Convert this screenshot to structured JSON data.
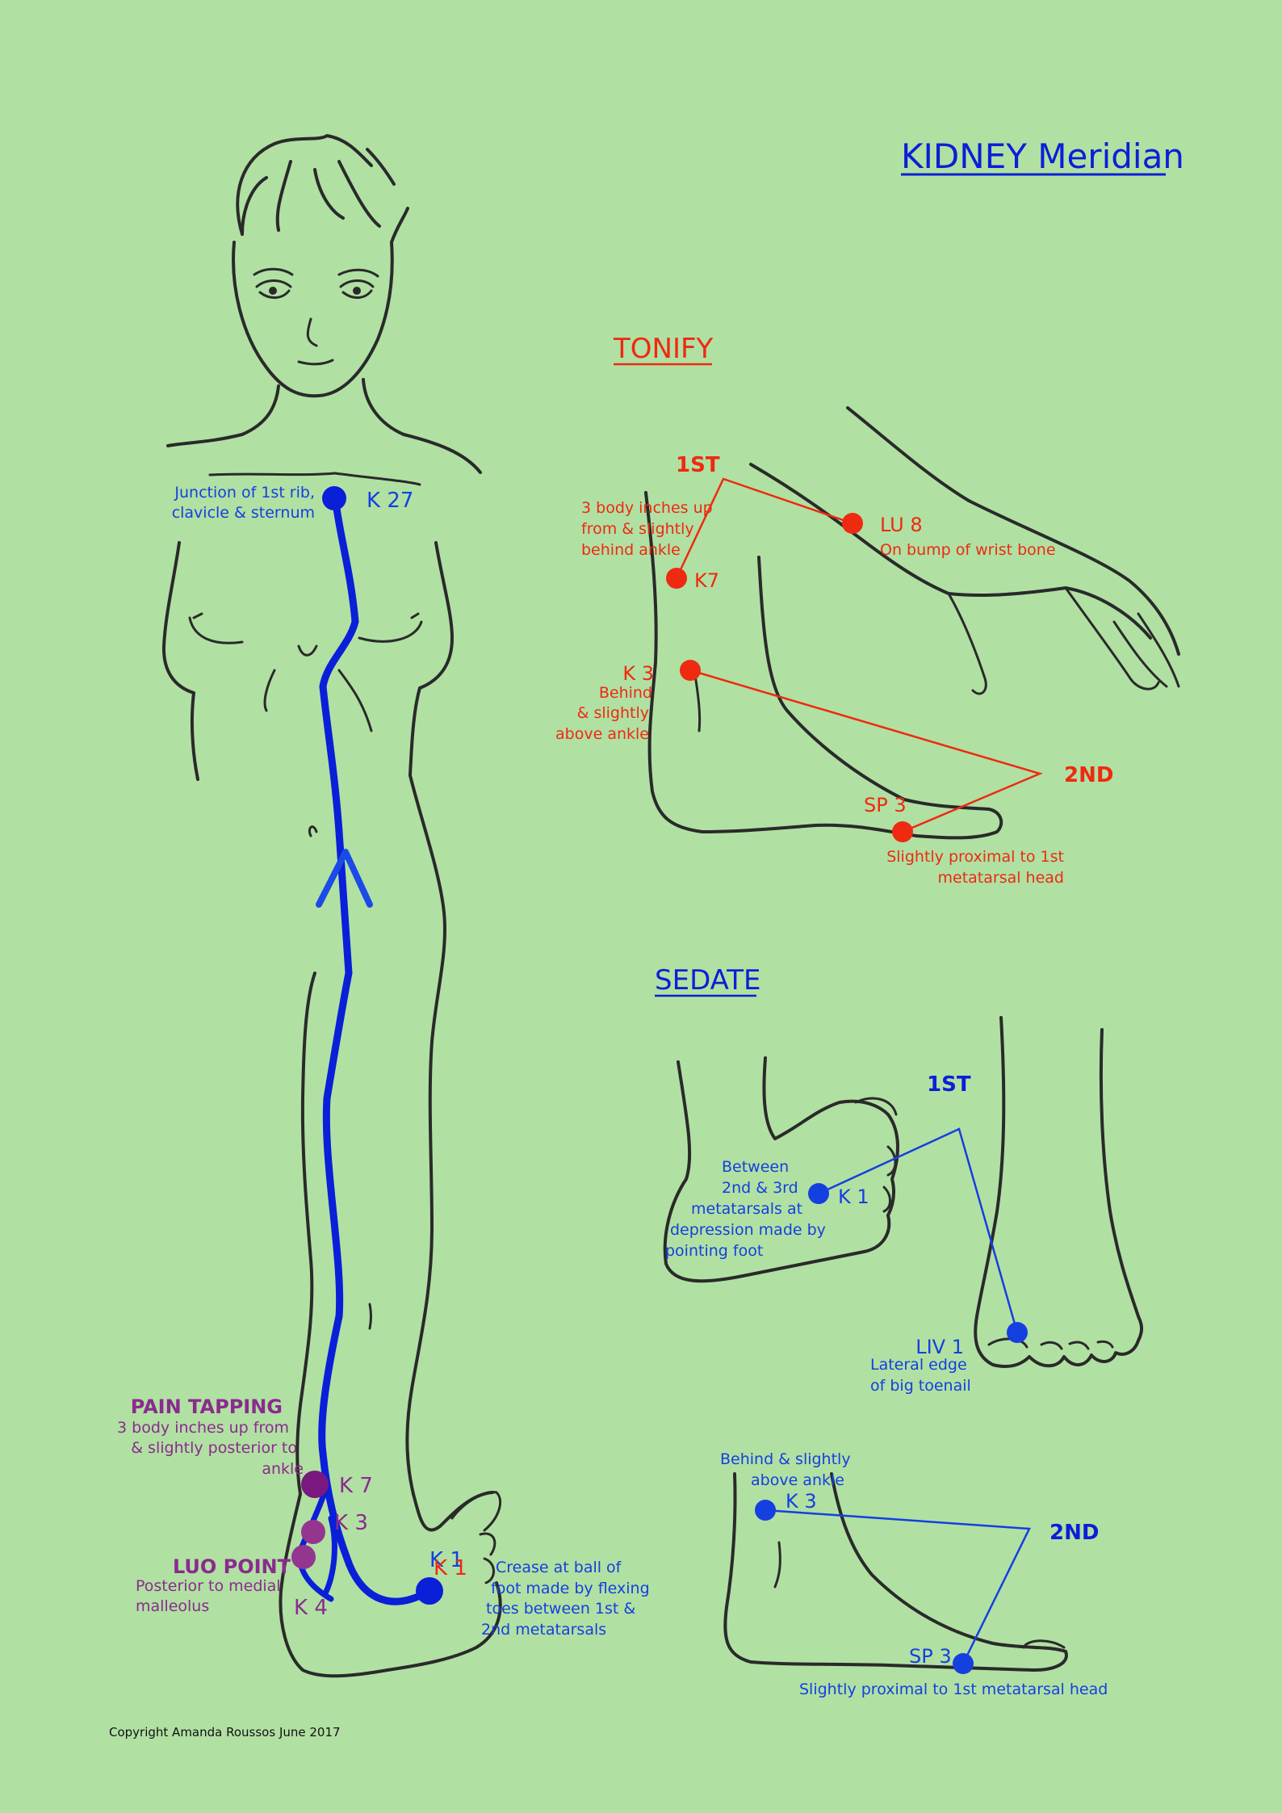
{
  "title": "KIDNEY Meridian",
  "copyright": "Copyright Amanda Roussos June 2017",
  "colors": {
    "background": "#b1e0a3",
    "meridian": "#0a1fd8",
    "tonify": "#ee2a10",
    "sedate": "#1440e0",
    "luo": "#8a2b8e",
    "outline": "#2a2a2a"
  },
  "body_figure": {
    "k27": {
      "label": "K 27",
      "desc": [
        "Junction of 1st rib,",
        "clavicle & sternum"
      ]
    },
    "pain_tapping": {
      "heading": "PAIN TAPPING",
      "desc": [
        "3 body inches up from",
        "& slightly posterior to",
        "ankle"
      ]
    },
    "k7": {
      "label": "K 7"
    },
    "k3": {
      "label": "K 3"
    },
    "luo_point": {
      "heading": "LUO POINT",
      "desc": [
        "Posterior to medial",
        "malleolus"
      ]
    },
    "k4": {
      "label": "K 4"
    },
    "k1": {
      "label": "K 1",
      "label_red": "K 1",
      "desc": [
        "Crease at ball of",
        "foot made by flexing",
        "toes between 1st &",
        "2nd metatarsals"
      ]
    }
  },
  "tonify": {
    "heading": "TONIFY",
    "first": {
      "order": "1ST",
      "k7": {
        "label": "K7",
        "desc": [
          "3 body inches up",
          "from & slightly",
          "behind ankle"
        ]
      },
      "lu8": {
        "label": "LU 8",
        "desc": "On bump of wrist bone"
      }
    },
    "second": {
      "order": "2ND",
      "k3": {
        "label": "K 3",
        "desc": [
          "Behind",
          "& slightly",
          "above ankle"
        ]
      },
      "sp3": {
        "label": "SP 3",
        "desc": [
          "Slightly proximal to 1st",
          "metatarsal head"
        ]
      }
    }
  },
  "sedate": {
    "heading": "SEDATE",
    "first": {
      "order": "1ST",
      "k1": {
        "label": "K 1",
        "desc": [
          "Between",
          "2nd & 3rd",
          "metatarsals  at",
          "depression made by",
          "pointing foot"
        ]
      },
      "liv1": {
        "label": "LIV 1",
        "desc": [
          "Lateral edge",
          "of big toenail"
        ]
      }
    },
    "second": {
      "order": "2ND",
      "k3": {
        "label": "K 3",
        "desc": [
          "Behind & slightly",
          "above ankle"
        ]
      },
      "sp3": {
        "label": "SP 3",
        "desc": "Slightly proximal to 1st metatarsal head"
      }
    }
  }
}
